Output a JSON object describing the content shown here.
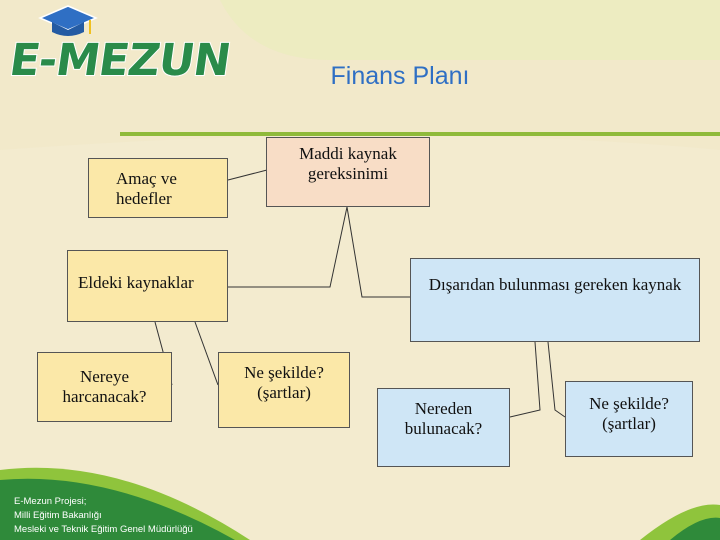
{
  "logo": {
    "text": "E-MEZUN"
  },
  "title": "Finans Planı",
  "nodes": {
    "amac": "Amaç ve hedefler",
    "maddi": "Maddi kaynak gereksinimi",
    "eldeki": "Eldeki kaynaklar",
    "disaridan": "Dışarıdan bulunması gereken kaynak",
    "nereye": "Nereye harcanacak?",
    "nesekilde_left": "Ne şekilde? (şartlar)",
    "nereden": "Nereden bulunacak?",
    "nesekilde_right": "Ne şekilde? (şartlar)"
  },
  "footer": {
    "line1": "E-Mezun Projesi;",
    "line2": "Milli Eğitim Bakanlığı",
    "line3": "Mesleki ve Teknik Eğitim Genel Müdürlüğü"
  },
  "colors": {
    "title": "#2f6fc4",
    "accent_green": "#8fba3a",
    "yellow_box": "#fbe8a8",
    "peach_box": "#f8ddc6",
    "blue_box": "#cfe6f6"
  }
}
